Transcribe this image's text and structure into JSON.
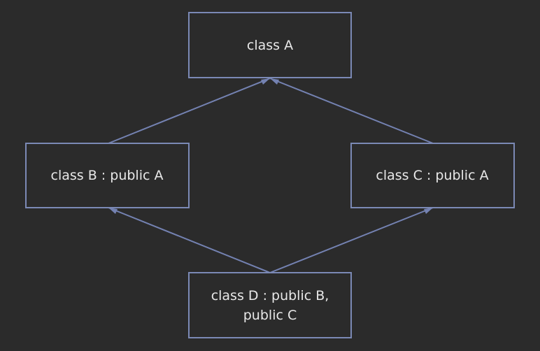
{
  "diagram": {
    "nodes": {
      "class_a": {
        "lines": [
          "class A"
        ]
      },
      "class_b": {
        "lines": [
          "class B : public A"
        ]
      },
      "class_c": {
        "lines": [
          "class C : public A"
        ]
      },
      "class_d": {
        "lines": [
          "class D : public B,",
          "public C"
        ]
      }
    },
    "edges": [
      {
        "from": "class_b",
        "to": "class_a"
      },
      {
        "from": "class_c",
        "to": "class_a"
      },
      {
        "from": "class_d",
        "to": "class_b"
      },
      {
        "from": "class_d",
        "to": "class_c"
      }
    ],
    "colors": {
      "background": "#2b2b2b",
      "box_border": "#7b89b5",
      "edge": "#7482b2",
      "text": "#e8e8e8"
    }
  }
}
